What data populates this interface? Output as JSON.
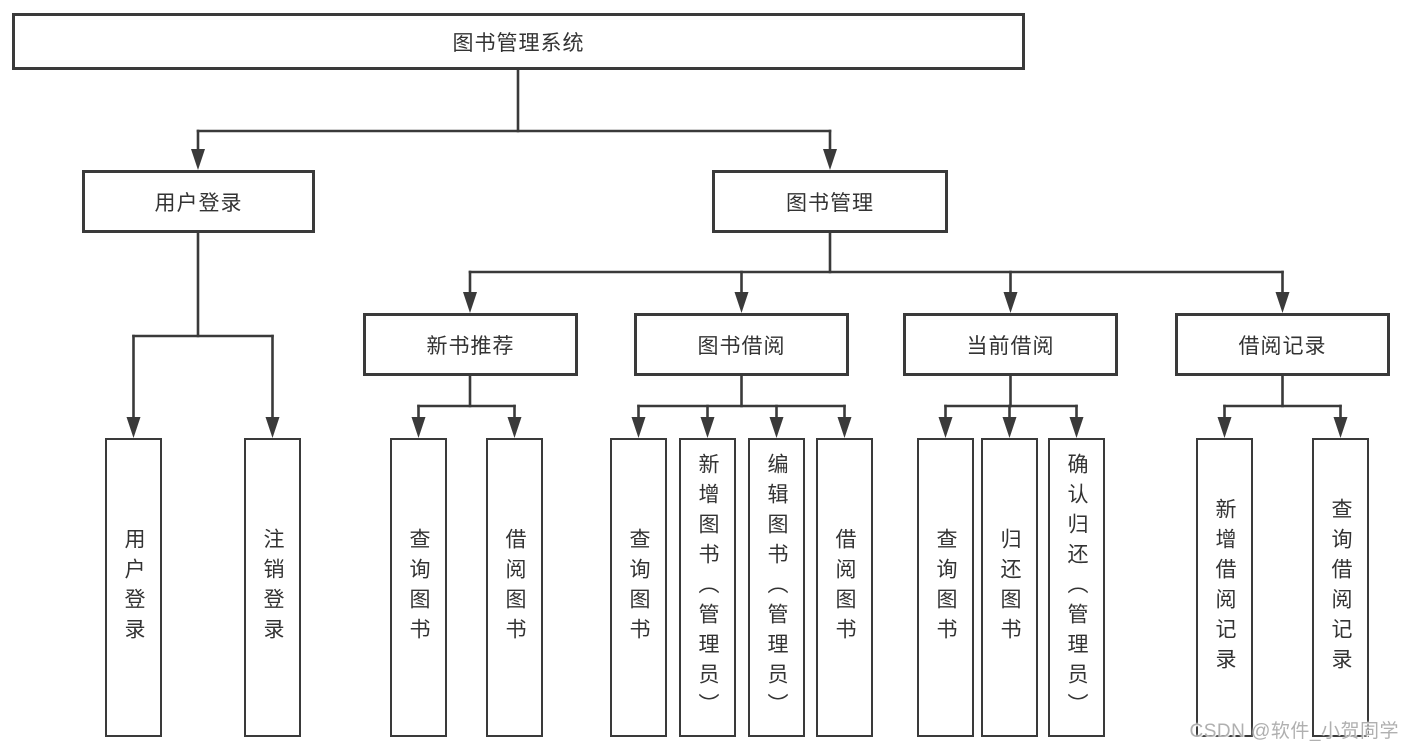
{
  "diagram": {
    "root": {
      "label": "图书管理系统"
    },
    "branches": [
      {
        "label": "用户登录",
        "leaves": [
          "用户登录",
          "注销登录"
        ]
      },
      {
        "label": "图书管理",
        "sections": [
          {
            "label": "新书推荐",
            "leaves": [
              "查询图书",
              "借阅图书"
            ]
          },
          {
            "label": "图书借阅",
            "leaves": [
              "查询图书",
              "新增图书（管理员）",
              "编辑图书（管理员）",
              "借阅图书"
            ]
          },
          {
            "label": "当前借阅",
            "leaves": [
              "查询图书",
              "归还图书",
              "确认归还（管理员）"
            ]
          },
          {
            "label": "借阅记录",
            "leaves": [
              "新增借阅记录",
              "查询借阅记录"
            ]
          }
        ]
      }
    ]
  },
  "watermark": "CSDN @软件_小贺同学",
  "colors": {
    "line": "#3a3a3a",
    "text": "#333333",
    "background": "#ffffff",
    "watermark_text": "#b0b0b0"
  }
}
